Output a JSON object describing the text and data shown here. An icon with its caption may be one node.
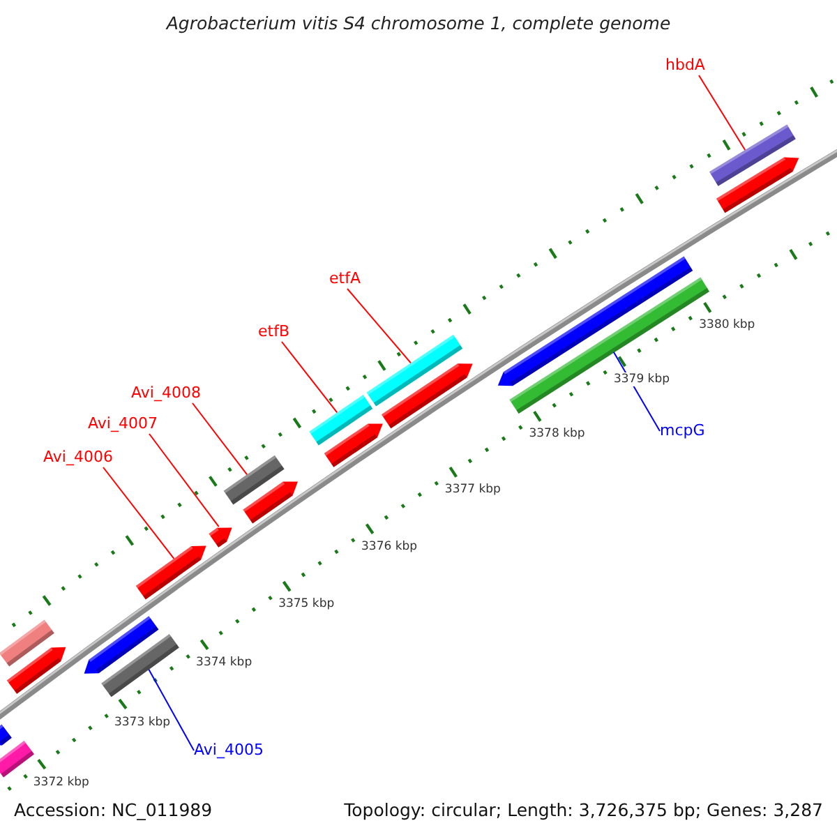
{
  "diagram": {
    "title": "Agrobacterium vitis S4 chromosome 1, complete genome",
    "nodes": [
      {
        "text": [
          "hbdA"
        ]
      },
      {
        "text": [
          "etfA"
        ]
      },
      {
        "text": [
          "etfB"
        ]
      },
      {
        "text": [
          "Avi_4008"
        ]
      },
      {
        "text": [
          "Avi_4007"
        ]
      },
      {
        "text": [
          "mcpG"
        ]
      },
      {
        "text": [
          "Avi_4006"
        ]
      },
      {
        "text": [
          "Avi_4005"
        ]
      },
      {
        "text": [],
        "shape": "bar"
      },
      {
        "text": [],
        "shape": "bar"
      },
      {
        "text": [],
        "shape": "bar"
      },
      {
        "text": [],
        "shape": "bar"
      },
      {
        "text": [],
        "shape": "bar"
      },
      {
        "text": [],
        "shape": "bar"
      },
      {
        "text": [],
        "shape": "bar"
      },
      {
        "text": [],
        "shape": "bar"
      },
      {
        "text": [],
        "shape": "bar"
      },
      {
        "text": [],
        "shape": "bar"
      },
      {
        "text": [],
        "shape": "bar"
      },
      {
        "text": [],
        "shape": "bar"
      },
      {
        "text": [],
        "shape": "bar"
      },
      {
        "text": [],
        "shape": "bar"
      },
      {
        "text": [],
        "shape": "bar"
      },
      {
        "text": [],
        "shape": "bar"
      },
      {
        "text": [],
        "shape": "bar"
      },
      {
        "text": [],
        "shape": "bar"
      }
    ],
    "edges": [
      {
        "from": 0,
        "to": 24,
        "arrow": "none"
      },
      {
        "from": 1,
        "to": 20,
        "arrow": "none"
      },
      {
        "from": 2,
        "to": 18,
        "arrow": "none"
      },
      {
        "from": 3,
        "to": 16,
        "arrow": "none"
      },
      {
        "from": 4,
        "to": 15,
        "arrow": "none"
      },
      {
        "from": 5,
        "to": 23,
        "arrow": "none",
        "color": "#0000ff"
      },
      {
        "from": 6,
        "to": 14,
        "arrow": "none"
      },
      {
        "from": 7,
        "to": 13,
        "arrow": "none",
        "color": "#0000ff"
      }
    ],
    "labels": [
      "3380 kbp",
      "3379 kbp",
      "3378 kbp",
      "3377 kbp",
      "3376 kbp",
      "3375 kbp",
      "3374 kbp",
      "3373 kbp",
      "3372 kbp",
      "Accession: NC_011989",
      "Topology: circular; Length: 3,726,375 bp; Genes: 3,287"
    ]
  }
}
